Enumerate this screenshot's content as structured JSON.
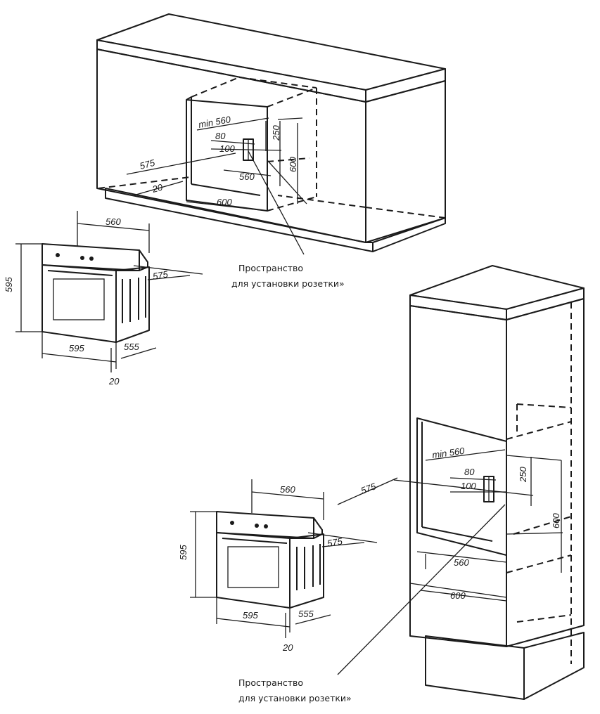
{
  "top_cabinet": {
    "min_width": "min 560",
    "d80": "80",
    "d100": "100",
    "d250": "250",
    "d600_v": "600",
    "d575": "575",
    "d20": "20",
    "d560": "560",
    "d600_h": "600"
  },
  "top_oven": {
    "width_top": "560",
    "height": "595",
    "depth_side": "575",
    "width_bottom": "595",
    "depth_bottom": "555",
    "offset": "20"
  },
  "bottom_oven": {
    "width_top": "560",
    "height": "595",
    "depth_side": "575",
    "width_bottom": "595",
    "depth_bottom": "555",
    "offset": "20"
  },
  "tall_cabinet": {
    "min_width": "min 560",
    "d80": "80",
    "d100": "100",
    "d250": "250",
    "d600_v": "600",
    "d575": "575",
    "d560": "560",
    "d600_h": "600"
  },
  "caption_top": {
    "line1": "Пространство",
    "line2": "для установки розетки»"
  },
  "caption_bottom": {
    "line1": "Пространство",
    "line2": "для установки розетки»"
  }
}
